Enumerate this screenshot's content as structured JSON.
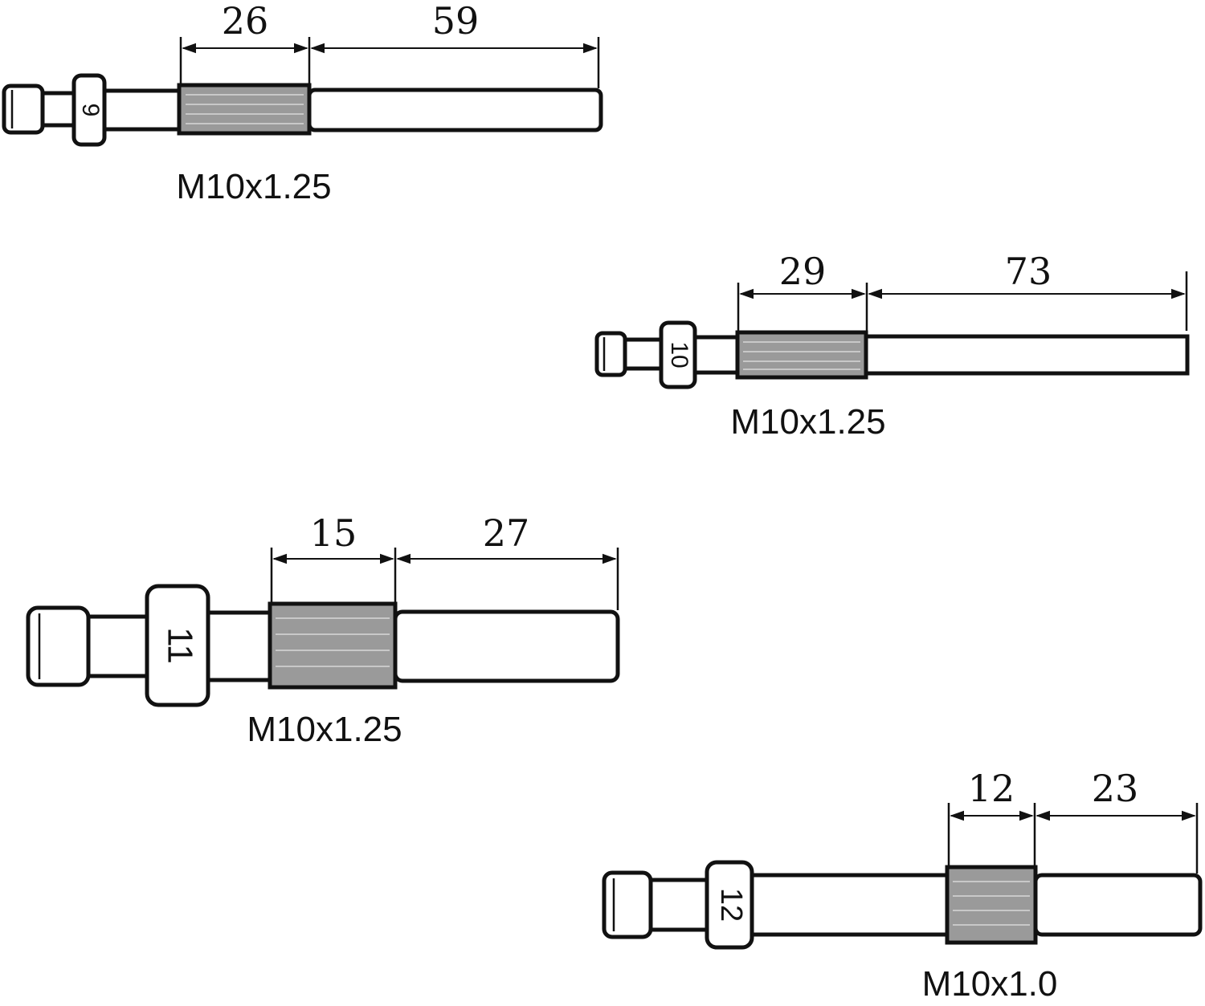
{
  "tools": [
    {
      "hex_size": "9",
      "thread_length": "26",
      "shaft_length": "59",
      "thread_spec": "M10x1.25"
    },
    {
      "hex_size": "10",
      "thread_length": "29",
      "shaft_length": "73",
      "thread_spec": "M10x1.25"
    },
    {
      "hex_size": "11",
      "thread_length": "15",
      "shaft_length": "27",
      "thread_spec": "M10x1.25"
    },
    {
      "hex_size": "12",
      "thread_length": "12",
      "shaft_length": "23",
      "thread_spec": "M10x1.0"
    }
  ]
}
